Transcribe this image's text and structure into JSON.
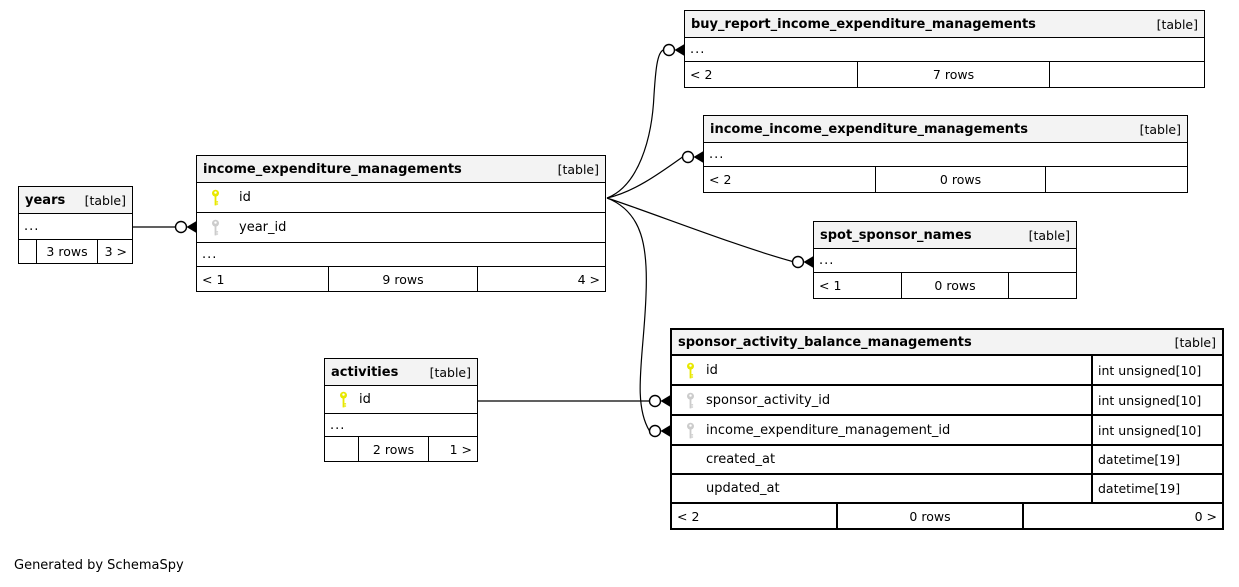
{
  "diagram": {
    "generator_note": "Generated by SchemaSpy",
    "ellipsis": "...",
    "colors": {
      "primary_key": "#e8e800",
      "foreign_key": "#cccccc",
      "header_bg": "#f3f3f3",
      "border": "#000000"
    },
    "tables": [
      {
        "id": "years",
        "name": "years",
        "tag": "[table]",
        "columns": [],
        "footer": {
          "left": "",
          "center": "3 rows",
          "right": "3 >"
        }
      },
      {
        "id": "income_expenditure_managements",
        "name": "income_expenditure_managements",
        "tag": "[table]",
        "columns": [
          {
            "name": "id",
            "key": "primary"
          },
          {
            "name": "year_id",
            "key": "foreign"
          }
        ],
        "footer": {
          "left": "< 1",
          "center": "9 rows",
          "right": "4 >"
        }
      },
      {
        "id": "buy_report_income_expenditure_managements",
        "name": "buy_report_income_expenditure_managements",
        "tag": "[table]",
        "columns": [],
        "footer": {
          "left": "< 2",
          "center": "7 rows",
          "right": ""
        }
      },
      {
        "id": "income_income_expenditure_managements",
        "name": "income_income_expenditure_managements",
        "tag": "[table]",
        "columns": [],
        "footer": {
          "left": "< 2",
          "center": "0 rows",
          "right": ""
        }
      },
      {
        "id": "spot_sponsor_names",
        "name": "spot_sponsor_names",
        "tag": "[table]",
        "columns": [],
        "footer": {
          "left": "< 1",
          "center": "0 rows",
          "right": ""
        }
      },
      {
        "id": "sponsor_activity_balance_managements",
        "name": "sponsor_activity_balance_managements",
        "tag": "[table]",
        "columns": [
          {
            "name": "id",
            "key": "primary",
            "type": "int unsigned[10]"
          },
          {
            "name": "sponsor_activity_id",
            "key": "foreign",
            "type": "int unsigned[10]"
          },
          {
            "name": "income_expenditure_management_id",
            "key": "foreign",
            "type": "int unsigned[10]"
          },
          {
            "name": "created_at",
            "key": "none",
            "type": "datetime[19]"
          },
          {
            "name": "updated_at",
            "key": "none",
            "type": "datetime[19]"
          }
        ],
        "footer": {
          "left": "< 2",
          "center": "0 rows",
          "right": "0 >"
        }
      },
      {
        "id": "activities",
        "name": "activities",
        "tag": "[table]",
        "columns": [
          {
            "name": "id",
            "key": "primary"
          }
        ],
        "footer": {
          "left": "",
          "center": "2 rows",
          "right": "1 >"
        }
      }
    ],
    "relationships": [
      {
        "from": "years",
        "to": "income_expenditure_managements.year_id"
      },
      {
        "from": "income_expenditure_managements.id",
        "to": "buy_report_income_expenditure_managements"
      },
      {
        "from": "income_expenditure_managements.id",
        "to": "income_income_expenditure_managements"
      },
      {
        "from": "income_expenditure_managements.id",
        "to": "spot_sponsor_names"
      },
      {
        "from": "income_expenditure_managements.id",
        "to": "sponsor_activity_balance_managements.income_expenditure_management_id"
      },
      {
        "from": "activities.id",
        "to": "sponsor_activity_balance_managements.sponsor_activity_id"
      }
    ]
  }
}
